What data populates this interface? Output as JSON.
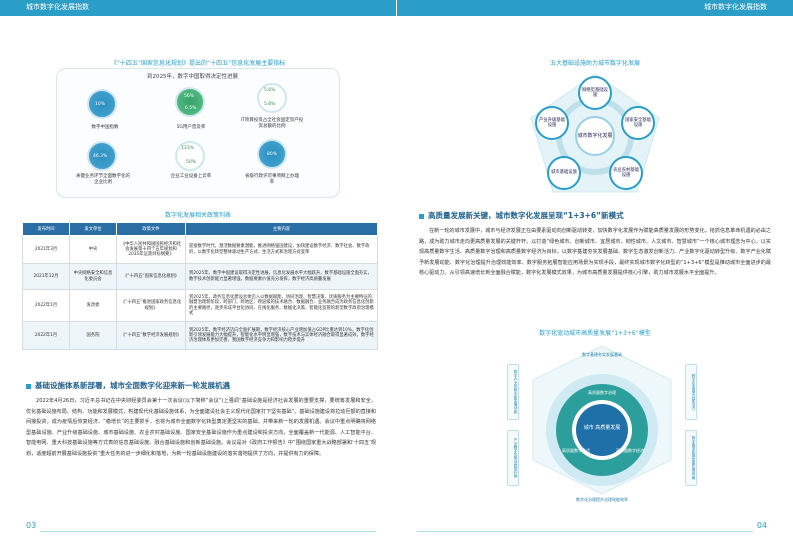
{
  "header": {
    "left_title": "城市数字化发展指数",
    "right_title": "城市数字化发展指数"
  },
  "pages": {
    "left_number": "03",
    "right_number": "04"
  },
  "indicators_figure": {
    "caption": "《“十四五”国家信息化规划》提出的“十四五”信息化发展主要指标",
    "subtitle": "到2025年，数字中国取得决定性进展",
    "items": [
      {
        "value": "10%",
        "label": "数字中国指数"
      },
      {
        "value": "56%",
        "label": "5G用户普及率"
      },
      {
        "value": "5.6%",
        "label": "IT项目投资占全社会固定资产投资总额的比例"
      },
      {
        "value": "46.3%",
        "label": "关键业务环节全面数字化的企业比例"
      },
      {
        "value": "131%",
        "label": "企业工业设备上云率"
      },
      {
        "value": "80%",
        "label": "省级行政许可事项网上办理率"
      }
    ],
    "secondary_values": [
      "6.5%",
      "5.8%",
      "50%"
    ]
  },
  "policy_table": {
    "caption": "数字化发展相关政策列表",
    "headers": [
      "发布时间",
      "发文单位",
      "政策文件",
      "主要内容"
    ],
    "rows": [
      {
        "date": "2021年3月",
        "issuer": "中央",
        "doc": "《中华人民共和国国民经济和社会发展第十四个五年规划和2035年远景目标纲要》",
        "content": "迎接数字时代，激活数据要素潜能，推进网络强国建设，加快建设数字经济、数字社会、数字政府，以数字化转型整体驱动生产方式、生活方式和治理方式变革"
      },
      {
        "date": "2021年12月",
        "issuer": "中央网络安全和信息化委员会",
        "doc": "《“十四五”国家信息化规划》",
        "content": "到2025年，数字中国建设取得决定性进展，信息化发展水平大幅跃升，数字基础设施全面夯实，数字技术创新能力显著增强，数据要素价值充分发挥，数字经济高质量发展"
      },
      {
        "date": "2022年1月",
        "issuer": "发改委",
        "doc": "《“十四五”推进国家政务信息化规划》",
        "content": "到2025年，政务信息化建设总体迈入以数据赋能、协同治理、智慧决策、优质服务为主要特征的融慧治理新阶段，跨部门、跨地区、跨层级的技术融合、数据融合、业务融合成为政务信息化创新的主要路径，逐步形成平台化协同、在线化服务、数据化决策、智能化监管的新型数字政府治理模式"
      },
      {
        "date": "2022年1月",
        "issuer": "国务院",
        "doc": "《“十四五”数字经济发展规划》",
        "content": "到2025年，数字经济迈向全面扩展期，数字经济核心产业增加值占GDP比重达到10%，数字化创新引领发展能力大幅提升，智能化水平明显增强，数字技术与实体经济融合取得显著成效，数字经济治理体系更加完善，我国数字经济竞争力和影响力稳步提升"
      }
    ]
  },
  "section1": {
    "title": "基础设施体系新部署，城市全面数字化迎来新一轮发展机遇",
    "text": "2022年4月26日，习近平总书记在中央财经委员会第十一次会议(以下简称“会议”)上强调“基础设施是经济社会发展的重要支撑，要统筹发展和安全，优化基础设施布局、结构、功能和发展模式，构建现代化基础设施体系，为全面建设社会主义现代化国家打下坚实基础”。基础设施建设将拉动巨额的直接和间接投资，成为疫情后恢复经济、“稳增长”的主要抓手，也将为城市全面数字化转型奠定更坚实的基础，并带来新一轮的发展机遇。会议中重点明确将网络型基础设施、产业升级基础设施、城市基础设施、农业农村基础设施、国家安全基础设施作为重点建设和投资方向，全面覆盖新一代能源、人工智能平台、智能电网、重大科技基础设施等方式表的信息基础设施、融合基础设施和创新基础设施。会议是对《政府工作报告》中“围绕国家重大战略部署和‘十四五’规划，适度超前开展基础设施投资”重大任务的进一步细化和落地，为新一轮基础设施建设的落实落地提供了方向，并提供有力的保障。"
  },
  "five_infra_diagram": {
    "caption": "五大基础设施助力城市数字化发展",
    "hub": "城市数字化发展",
    "nodes": [
      "网络型基础设施",
      "国家安全基础设施",
      "农业农村基础设施",
      "城市基础设施",
      "产业升级基础设施"
    ]
  },
  "section2": {
    "title": "高质量发展新关键，城市数字化发展呈现“1+3+6”新模式",
    "text": "在新一轮的城市发展中，城市与经济发展正在由要素驱动向创新驱动转变，加快数字化发展作为赋能高质量发展的形势变化，抢抓信息革命机遇的必由之路，成为助力城市走向更高质量发展的关键杆杆。以打造“绿色城市、创新城市、宜居城市、韧性城市、人文城市、智慧城市”一个核心城市理念为中心，以实现高质量数字生活、高质量数字治理和高质量数字经济为目标，以数字基建夯实发展基础、数字生态激发创新活力、产业数字化驱动转型升级、数字产业化赋予新发展动能、数字化治理提升治理效能效率、数字服务拓展智能应用场景为实现手段，最终实现城市数字化转型的“1+3+6”模型是推动城市全面进步的最核心驱动力。从引领高速增长到全面融合赋能，数字化发展模式效果，为城市高质量发展提供核心引擎，助力城市发展水平全面提升。"
  },
  "model_diagram": {
    "caption": "数字化驱动城市高质量发展“1+3+6”模型",
    "top_label": "数字基建夯实发展基础",
    "core": "城市 高质量发展",
    "ring_labels": [
      "高质量数字治理",
      "高质量数字生活",
      "高质量数字经济"
    ],
    "left_labels": [
      "数字产业化赋予新发展动能",
      "产业数字化驱动转型升级"
    ],
    "right_labels": [
      "数字生态激发创新活力",
      "数字服务拓展智能应用场景"
    ],
    "bottom_label": "数字化治理提升治理效能效率"
  }
}
